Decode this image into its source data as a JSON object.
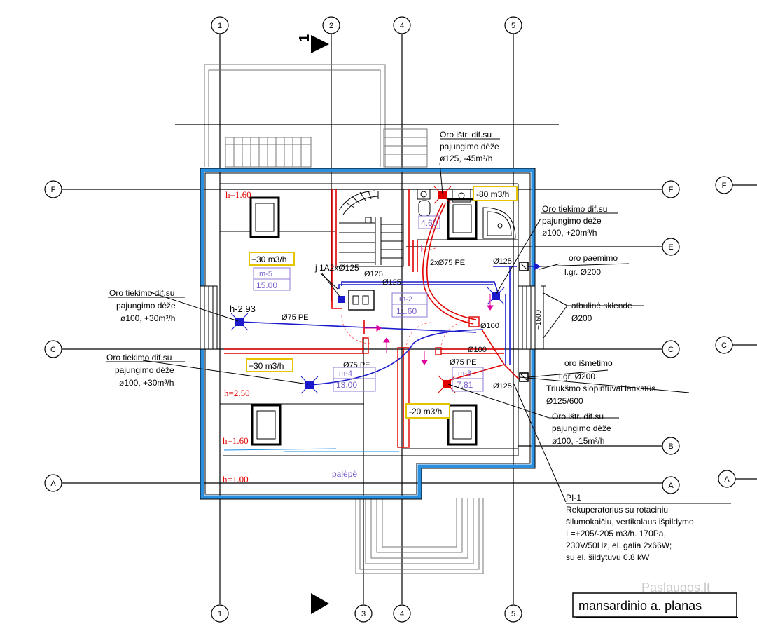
{
  "grid_axes": {
    "top": [
      "1",
      "2",
      "4",
      "5"
    ],
    "bottom": [
      "1",
      "3",
      "4",
      "5"
    ],
    "left": [
      "F",
      "C",
      "A"
    ],
    "right": [
      "F",
      "E",
      "C",
      "B",
      "A"
    ],
    "far_right": [
      "F",
      "C",
      "A"
    ]
  },
  "section_marker": "1",
  "heights": {
    "h1": "h=1.60",
    "h2": "h=2.50",
    "h3": "h=1.60",
    "h4": "h=1.00"
  },
  "h293": "h-2.93",
  "rooms": {
    "m5": {
      "name": "m-5",
      "area": "15.00"
    },
    "m2": {
      "name": "m-2",
      "area": "11.60"
    },
    "m4": {
      "name": "m-4",
      "area": "13.00"
    },
    "m3": {
      "name": "m-3",
      "area": "7.81"
    },
    "wc_area": "4.60",
    "palepe": "palėpė"
  },
  "flows": {
    "f1": "+30 m3/h",
    "f2": "+30 m3/h",
    "f3": "-80 m3/h",
    "f4": "-20 m3/h"
  },
  "pipes": {
    "p1": "Ø75 PE",
    "p2": "2xØ75 PE",
    "p3": "Ø75 PE",
    "p4": "Ø75 PE",
    "p5": "Ø125",
    "p6": "Ø125",
    "p7": "Ø125",
    "p8": "Ø100",
    "p9": "Ø100",
    "p10": "Ø125",
    "p11": "j 1A2xØ125",
    "dim1500": "~1500"
  },
  "callouts": {
    "c1": [
      "Oro ištr. dif.su",
      "pajungimo dėže",
      "ø125, -45m³/h"
    ],
    "c2": [
      "Oro tiekimo dif.su",
      "pajungimo dėže",
      "ø100, +20m³/h"
    ],
    "c3": [
      "oro paėmimo",
      "l.gr. Ø200"
    ],
    "c4": [
      "atbulinė sklendė",
      "Ø200"
    ],
    "c5": [
      "oro  išmetimo",
      "l.gr. Ø200"
    ],
    "c6": [
      "Triukšmo slopintuvai lankstūs",
      "Ø125/600"
    ],
    "c7": [
      "Oro ištr. dif.su",
      "pajungimo dėže",
      "ø100, -15m³/h"
    ],
    "c8": [
      "Oro tiekimo dif.su",
      "pajungimo dėže",
      "ø100, +30m³/h"
    ],
    "c9": [
      "Oro tiekimo dif.su",
      "pajungimo dėže",
      "ø100, +30m³/h"
    ]
  },
  "unit": {
    "title": "PI-1",
    "lines": [
      "Rekuperatorius su rotaciniu",
      "šilumokaičiu, vertikalaus išpildymo",
      "L=+205/-205 m3/h. 170Pa,",
      "230V/50Hz, el. galia 2x66W;",
      "su el. šildytuvu 0.8 kW"
    ]
  },
  "plan_title": "mansardinio a. planas",
  "watermark": "Paslaugos.lt",
  "colors": {
    "wall_outline": "#2b8fe0",
    "supply": "#1a1acc",
    "exhaust": "#e00000",
    "flow_box": "#e6c400",
    "room_label": "#7a5cc8"
  }
}
